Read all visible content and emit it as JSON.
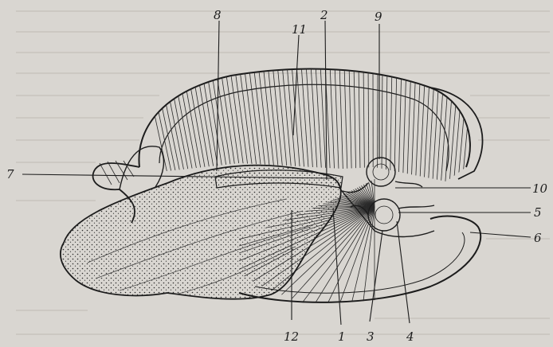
{
  "colors": {
    "paper": "#d9d6d1",
    "ink": "#1c1c1c",
    "bleed": "#a19d97"
  },
  "labels": [
    {
      "text": "8",
      "side": "top"
    },
    {
      "text": "11",
      "side": "top"
    },
    {
      "text": "2",
      "side": "top"
    },
    {
      "text": "9",
      "side": "top"
    },
    {
      "text": "7",
      "side": "left"
    },
    {
      "text": "10",
      "side": "right"
    },
    {
      "text": "5",
      "side": "right"
    },
    {
      "text": "6",
      "side": "right"
    },
    {
      "text": "12",
      "side": "bottom"
    },
    {
      "text": "1",
      "side": "bottom"
    },
    {
      "text": "3",
      "side": "bottom"
    },
    {
      "text": "4",
      "side": "bottom"
    }
  ]
}
